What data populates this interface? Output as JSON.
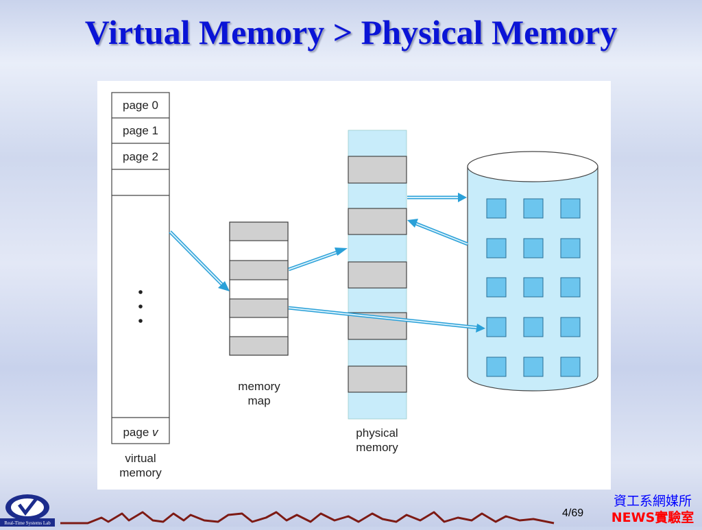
{
  "slide": {
    "title": "Virtual Memory > Physical Memory",
    "page_number": "4",
    "page_total": "/69",
    "lab_line1": "資工系網媒所",
    "lab_line2": "NEWS實驗室",
    "logo_text": "Real-Time Systems Lab"
  },
  "diagram": {
    "virtual_pages": [
      "page 0",
      "page 1",
      "page 2"
    ],
    "last_page_prefix": "page ",
    "last_page_var": "v",
    "virtual_label_1": "virtual",
    "virtual_label_2": "memory",
    "map_label_1": "memory",
    "map_label_2": "map",
    "physical_label_1": "physical",
    "physical_label_2": "memory",
    "colors": {
      "frame_fill": "#c8ecfa",
      "used_fill": "#d0d0d0",
      "disk_fill": "#c8ecfa",
      "disk_square": "#6cc5ee",
      "arrow": "#2aa0d8"
    }
  }
}
